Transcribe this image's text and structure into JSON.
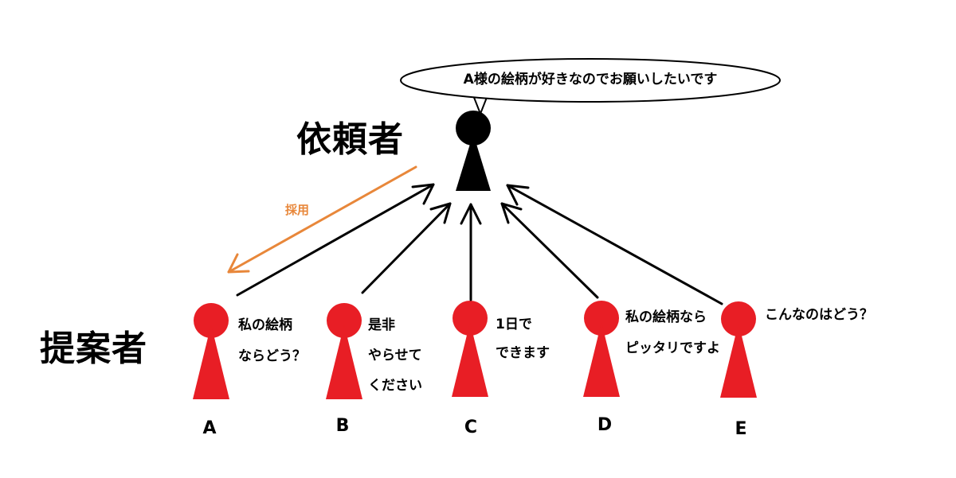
{
  "client": {
    "title": "依頼者",
    "speech": "A様の絵柄が好きなのでお願いしたいです"
  },
  "proposers": {
    "title": "提案者",
    "items": [
      {
        "letter": "A",
        "lines": [
          "私の絵柄",
          "ならどう？"
        ]
      },
      {
        "letter": "B",
        "lines": [
          "是非",
          "やらせて",
          "ください"
        ]
      },
      {
        "letter": "C",
        "lines": [
          "1日で",
          "できます"
        ]
      },
      {
        "letter": "D",
        "lines": [
          "私の絵柄なら",
          "ピッタリですよ"
        ]
      },
      {
        "letter": "E",
        "lines": [
          "こんなのはどう？"
        ]
      }
    ]
  },
  "adoption": {
    "label": "採用",
    "color": "#e8873a"
  },
  "colors": {
    "client_figure": "#000000",
    "proposer_figure": "#e81e25",
    "arrow": "#000000",
    "background": "#ffffff"
  }
}
